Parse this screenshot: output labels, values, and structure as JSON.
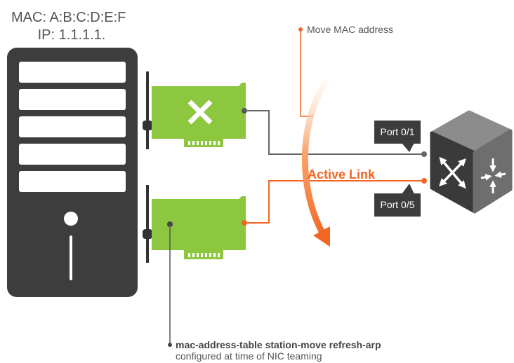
{
  "header": {
    "mac": "MAC:  A:B:C:D:E:F",
    "ip": "IP: 1.1.1.1."
  },
  "annotations": {
    "move_mac": "Move MAC address",
    "active_link": "Active Link",
    "command": "mac-address-table station-move refresh-arp",
    "command_note": "configured at time of NIC teaming"
  },
  "ports": {
    "top": "Port 0/1",
    "bottom": "Port 0/5"
  },
  "icons": {
    "server": "server-tower-icon",
    "nic_top": "x-icon",
    "switch": "switch-cube-icon"
  },
  "colors": {
    "accent": "#f26522",
    "nic_green": "#8dc63f",
    "dark": "#3c3c3c",
    "link_gray": "#666666"
  }
}
